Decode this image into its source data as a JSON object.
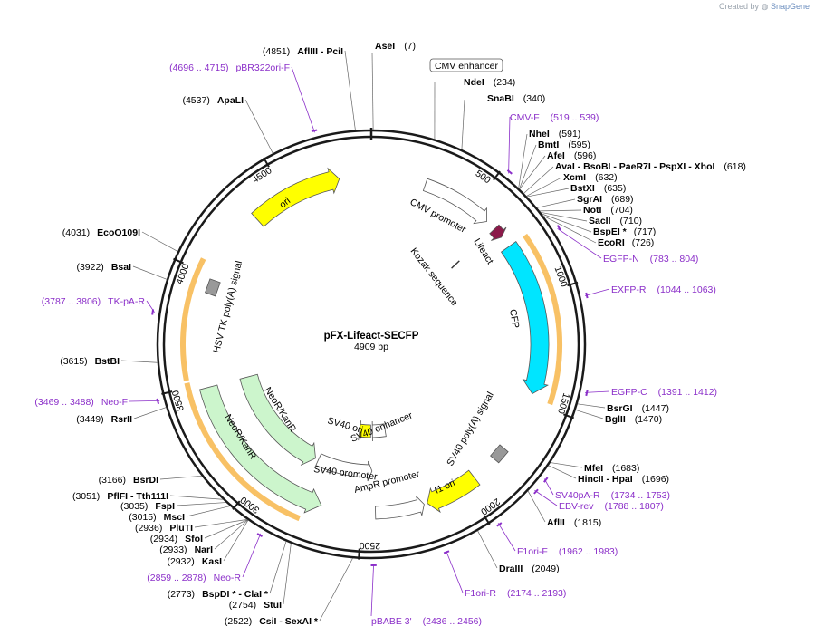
{
  "credit": {
    "prefix": "Created by",
    "brand": "SnapGene"
  },
  "plasmid": {
    "name": "pFX-Lifeact-SECFP",
    "size_label": "4909 bp"
  },
  "ruler_ticks": [
    "500",
    "1000",
    "1500",
    "2000",
    "2500",
    "3000",
    "3500",
    "4000",
    "4500"
  ],
  "sites": [
    {
      "name": "AseI",
      "pos": "(7)"
    },
    {
      "name": "NdeI",
      "pos": "(234)"
    },
    {
      "name": "SnaBI",
      "pos": "(340)"
    },
    {
      "name": "NheI",
      "pos": "(591)"
    },
    {
      "name": "BmtI",
      "pos": "(595)"
    },
    {
      "name": "AfeI",
      "pos": "(596)"
    },
    {
      "name": "AvaI - BsoBI - PaeR7I - PspXI - XhoI",
      "pos": "(618)"
    },
    {
      "name": "XcmI",
      "pos": "(632)"
    },
    {
      "name": "BstXI",
      "pos": "(635)"
    },
    {
      "name": "SgrAI",
      "pos": "(689)"
    },
    {
      "name": "NotI",
      "pos": "(704)"
    },
    {
      "name": "SacII",
      "pos": "(710)"
    },
    {
      "name": "BspEI *",
      "pos": "(717)"
    },
    {
      "name": "EcoRI",
      "pos": "(726)"
    },
    {
      "name": "BsrGI",
      "pos": "(1447)"
    },
    {
      "name": "BglII",
      "pos": "(1470)"
    },
    {
      "name": "MfeI",
      "pos": "(1683)"
    },
    {
      "name": "HincII - HpaI",
      "pos": "(1696)"
    },
    {
      "name": "AflII",
      "pos": "(1815)"
    },
    {
      "name": "DraIII",
      "pos": "(2049)"
    },
    {
      "name": "CsiI - SexAI *",
      "pos": "(2522)"
    },
    {
      "name": "StuI",
      "pos": "(2754)"
    },
    {
      "name": "BspDI * - ClaI *",
      "pos": "(2773)"
    },
    {
      "name": "KasI",
      "pos": "(2932)"
    },
    {
      "name": "NarI",
      "pos": "(2933)"
    },
    {
      "name": "SfoI",
      "pos": "(2934)"
    },
    {
      "name": "PluTI",
      "pos": "(2936)"
    },
    {
      "name": "MscI",
      "pos": "(3015)"
    },
    {
      "name": "FspI",
      "pos": "(3035)"
    },
    {
      "name": "PflFI - Tth111I",
      "pos": "(3051)"
    },
    {
      "name": "BsrDI",
      "pos": "(3166)"
    },
    {
      "name": "RsrII",
      "pos": "(3449)"
    },
    {
      "name": "BstBI",
      "pos": "(3615)"
    },
    {
      "name": "BsaI",
      "pos": "(3922)"
    },
    {
      "name": "EcoO109I",
      "pos": "(4031)"
    },
    {
      "name": "ApaLI",
      "pos": "(4537)"
    },
    {
      "name": "AflIII - PciI",
      "pos": "(4851)"
    }
  ],
  "primers": [
    {
      "name": "CMV-F",
      "range": "(519 .. 539)"
    },
    {
      "name": "EGFP-N",
      "range": "(783 .. 804)"
    },
    {
      "name": "EXFP-R",
      "range": "(1044 .. 1063)"
    },
    {
      "name": "EGFP-C",
      "range": "(1391 .. 1412)"
    },
    {
      "name": "SV40pA-R",
      "range": "(1734 .. 1753)"
    },
    {
      "name": "EBV-rev",
      "range": "(1788 .. 1807)"
    },
    {
      "name": "F1ori-F",
      "range": "(1962 .. 1983)"
    },
    {
      "name": "F1ori-R",
      "range": "(2174 .. 2193)"
    },
    {
      "name": "pBABE 3'",
      "range": "(2436 .. 2456)"
    },
    {
      "name": "Neo-R",
      "range": "(2859 .. 2878)"
    },
    {
      "name": "Neo-F",
      "range": "(3469 .. 3488)"
    },
    {
      "name": "TK-pA-R",
      "range": "(3787 .. 3806)"
    },
    {
      "name": "pBR322ori-F",
      "range": "(4696 .. 4715)"
    }
  ],
  "features": {
    "cmv_enhancer": "CMV enhancer",
    "cmv_promoter": "CMV promoter",
    "lifeact": "Lifeact",
    "kozak": "Kozak sequence",
    "cfp": "CFP",
    "sv40_polya": "SV40 poly(A) signal",
    "f1_ori": "f1 ori",
    "ampr_promoter": "AmpR promoter",
    "sv40_promoter": "SV40 promoter",
    "sv40_enhancer": "SV40 enhancer",
    "sv40_ori": "SV40 ori",
    "neor_inner": "NeoR/KanR",
    "neor_outer": "NeoR/KanR",
    "hsv_tk": "HSV TK poly(A) signal",
    "ori": "ori"
  },
  "colors": {
    "backbone": "#1a1a1a",
    "primer": "#8b2fc9",
    "orf_highlight": "#f5a623",
    "cfp": "#00e5ff",
    "ori": "#ffff00",
    "neor": "#ccf5cc",
    "lifeact": "#8b1a4a",
    "gray_feature": "#999999",
    "promoter": "#ffffff"
  }
}
